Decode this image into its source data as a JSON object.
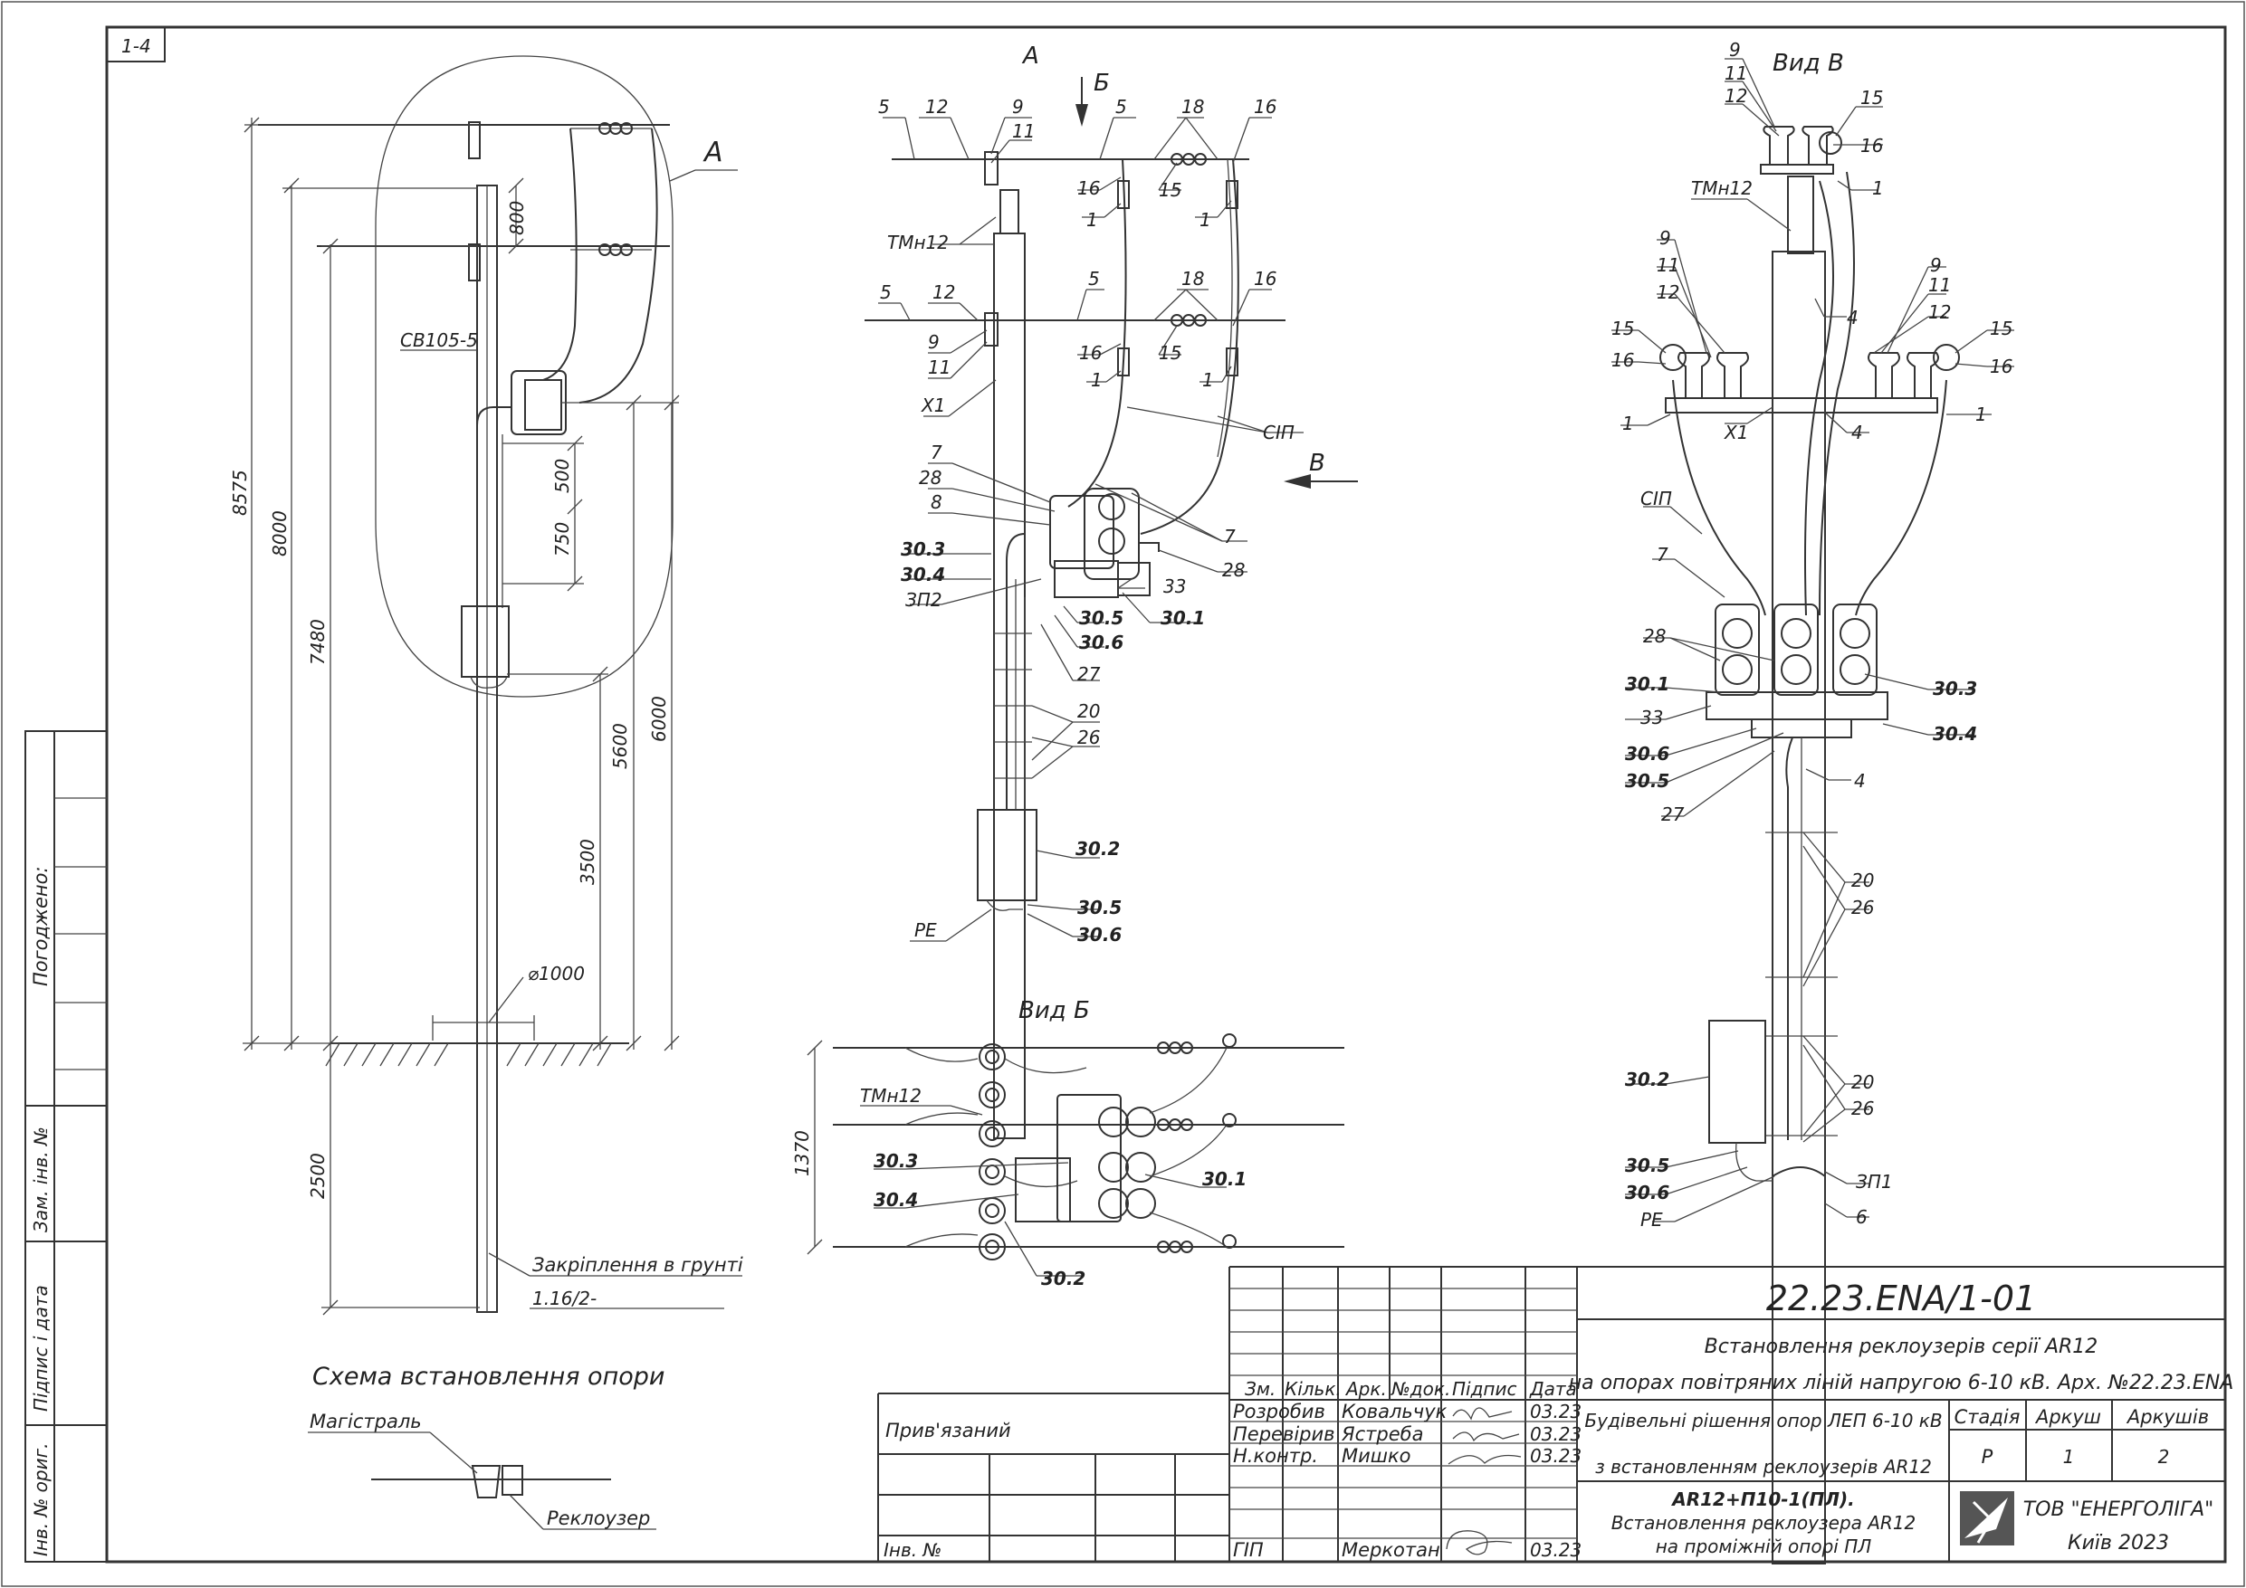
{
  "sheet": {
    "sheet_ref": "1-4",
    "stamp_agreed": "Погоджено:",
    "stamp_inv_orig": "Інв. № ориг.",
    "stamp_sign_date": "Підпис і дата",
    "stamp_replace_inv": "Зам. інв. №"
  },
  "scheme": {
    "view_label": "А",
    "dims": [
      "8575",
      "8000",
      "7480",
      "800",
      "500",
      "750",
      "5600",
      "6000",
      "3500",
      "2500"
    ],
    "diameter": "⌀1000",
    "pole_label": "СВ105-5",
    "ground_fix_label": "Закріплення в грунті",
    "ground_fix_code": "1.16/2-",
    "title": "Схема встановлення опори",
    "legend_main": "Магістраль",
    "legend_recloser": "Реклоузер"
  },
  "side_view": {
    "view_a": "А",
    "view_b_arrow": "Б",
    "view_v_arrow": "В",
    "labels": {
      "l5a": "5",
      "l12a": "12",
      "l9a": "9",
      "l11a": "11",
      "l5b": "5",
      "l18a": "18",
      "l16a": "16",
      "l16b": "16",
      "l15a": "15",
      "l1a": "1",
      "l1b": "1",
      "tmn": "ТМн12",
      "l5c": "5",
      "l12b": "12",
      "l5d": "5",
      "l18b": "18",
      "l16c": "16",
      "l9b": "9",
      "l11b": "11",
      "l16d": "16",
      "l15b": "15",
      "l1c": "1",
      "l1d": "1",
      "x1": "Х1",
      "sip": "СІП",
      "l7a": "7",
      "l28a": "28",
      "l8": "8",
      "l7b": "7",
      "l28b": "28",
      "l33": "33",
      "l30_3": "30.3",
      "l30_4": "30.4",
      "zp2": "ЗП2",
      "l30_5a": "30.5",
      "l30_6a": "30.6",
      "l30_1": "30.1",
      "l27": "27",
      "l20": "20",
      "l26": "26",
      "l30_2": "30.2",
      "l30_5b": "30.5",
      "l30_6b": "30.6",
      "pe": "РЕ"
    }
  },
  "view_b": {
    "title": "Вид Б",
    "dim": "1370",
    "tmn": "ТМн12",
    "l30_3": "30.3",
    "l30_4": "30.4",
    "l30_1": "30.1",
    "l30_2": "30.2"
  },
  "view_v": {
    "title": "Вид В",
    "labels": {
      "l9a": "9",
      "l11a": "11",
      "l12a": "12",
      "l15a": "15",
      "l16a": "16",
      "l1a": "1",
      "tmn": "ТМн12",
      "l4a": "4",
      "l9b": "9",
      "l11b": "11",
      "l12b": "12",
      "l15b": "15",
      "l16b": "16",
      "l9c": "9",
      "l11c": "11",
      "l12c": "12",
      "l15c": "15",
      "l16c": "16",
      "l1b": "1",
      "l1c": "1",
      "x1": "Х1",
      "l4b": "4",
      "sip": "СІП",
      "l7": "7",
      "l28": "28",
      "l30_1": "30.1",
      "l30_3": "30.3",
      "l33": "33",
      "l30_4": "30.4",
      "l30_6": "30.6",
      "l30_5": "30.5",
      "l4c": "4",
      "l27": "27",
      "l20a": "20",
      "l26a": "26",
      "l30_2": "30.2",
      "l20b": "20",
      "l26b": "26",
      "l30_5b": "30.5",
      "l30_6b": "30.6",
      "pe": "РЕ",
      "zp1": "ЗП1",
      "l6": "6"
    }
  },
  "title_block": {
    "doc_code": "22.23.ENA/1-01",
    "title_line1": "Встановлення реклоузерів серії AR12",
    "title_line2": "на опорах повітряних ліній напругою 6-10 кВ. Арх. №22.23.ENA",
    "col_headers": [
      "Зм.",
      "Кільк.",
      "Арк.",
      "№док.",
      "Підпис",
      "Дата"
    ],
    "bound_label": "Прив'язаний",
    "inv_label": "Інв. №",
    "rows": [
      {
        "role": "Розробив",
        "name": "Ковальчук",
        "date": "03.23"
      },
      {
        "role": "Перевірив",
        "name": "Ястреба",
        "date": "03.23"
      },
      {
        "role": "Н.контр.",
        "name": "Мишко",
        "date": "03.23"
      },
      {
        "role": "ГІП",
        "name": "Меркотан",
        "date": "03.23"
      }
    ],
    "subject_line1": "Будівельні рішення опор ЛЕП 6-10 кВ",
    "subject_line2": "з встановленням реклоузерів AR12",
    "stage_header": "Стадія",
    "sheet_header": "Аркуш",
    "sheets_header": "Аркушів",
    "stage": "Р",
    "sheet": "1",
    "sheets": "2",
    "drawing_name_line1": "AR12+П10-1(ПЛ).",
    "drawing_name_line2": "Встановлення реклоузера AR12",
    "drawing_name_line3": "на проміжній опорі ПЛ",
    "company": "ТОВ \"ЕНЕРГОЛІГА\"",
    "city_year": "Київ 2023"
  },
  "colors": {
    "ink": "#222222",
    "line": "#333333",
    "paper": "#ffffff"
  }
}
